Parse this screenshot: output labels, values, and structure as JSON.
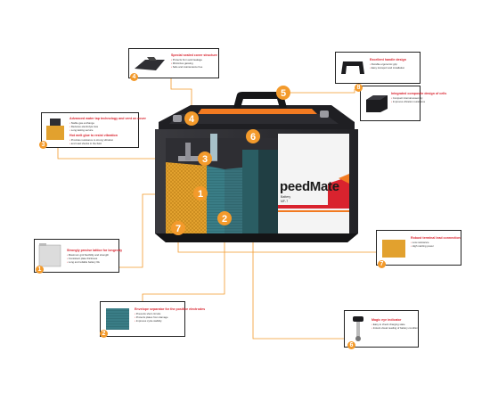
{
  "brand": {
    "name": "peedMate",
    "sub_line_1": "Battery",
    "sub_line_2": "MF-7"
  },
  "colors": {
    "accent_orange": "#f5a623",
    "accent_red": "#d9232e",
    "casing": "#2b2b2f",
    "plate_yellow": "#e2a12e",
    "separator_teal": "#3a7d86"
  },
  "callouts": [
    {
      "number": "1",
      "title": "Strongly precise lattice for longevity",
      "bullets": [
        "Maximum grid flexibility and strength",
        "Consistent plate thickness",
        "Long and reliable battery life"
      ]
    },
    {
      "number": "2",
      "title": "Envelope separator for the positive electrodes",
      "bullets": [
        "Prevents short circuits",
        "Protects plates from damage",
        "Improves cycle stability"
      ]
    },
    {
      "number": "3",
      "title": "Advanced water tap technology and vent on cover",
      "bullets": [
        "Stable gas exchange",
        "Reduces electrolyte loss",
        "Long lasting service"
      ]
    },
    {
      "number": "4",
      "title": "Special sealed cover structure",
      "bullets": [
        "Protects from acid leakage",
        "Minimizes gassing",
        "Safe and maintenance free"
      ]
    },
    {
      "number": "5",
      "title": "Excellent handle design",
      "bullets": [
        "Durable ergonomic grip",
        "Easy transport and installation"
      ]
    },
    {
      "number": "6",
      "title": "Magic eye indicator",
      "bullets": [
        "Easy to check charging state",
        "Instant visual reading of battery condition"
      ]
    },
    {
      "number": "7",
      "title": "Robust terminal lead connection",
      "bullets": [
        "Low resistance",
        "High starting power"
      ]
    },
    {
      "number": "8",
      "title": "Integrated composite design of cells",
      "bullets": [
        "Compact internal assembly",
        "Improves vibration resistance"
      ]
    }
  ],
  "second_titles": {
    "c3": "Hot melt glue to resist vibration"
  },
  "second_bullets": {
    "c3": [
      "Provides resistance to strong vibration",
      "and road shocks in the field"
    ]
  }
}
